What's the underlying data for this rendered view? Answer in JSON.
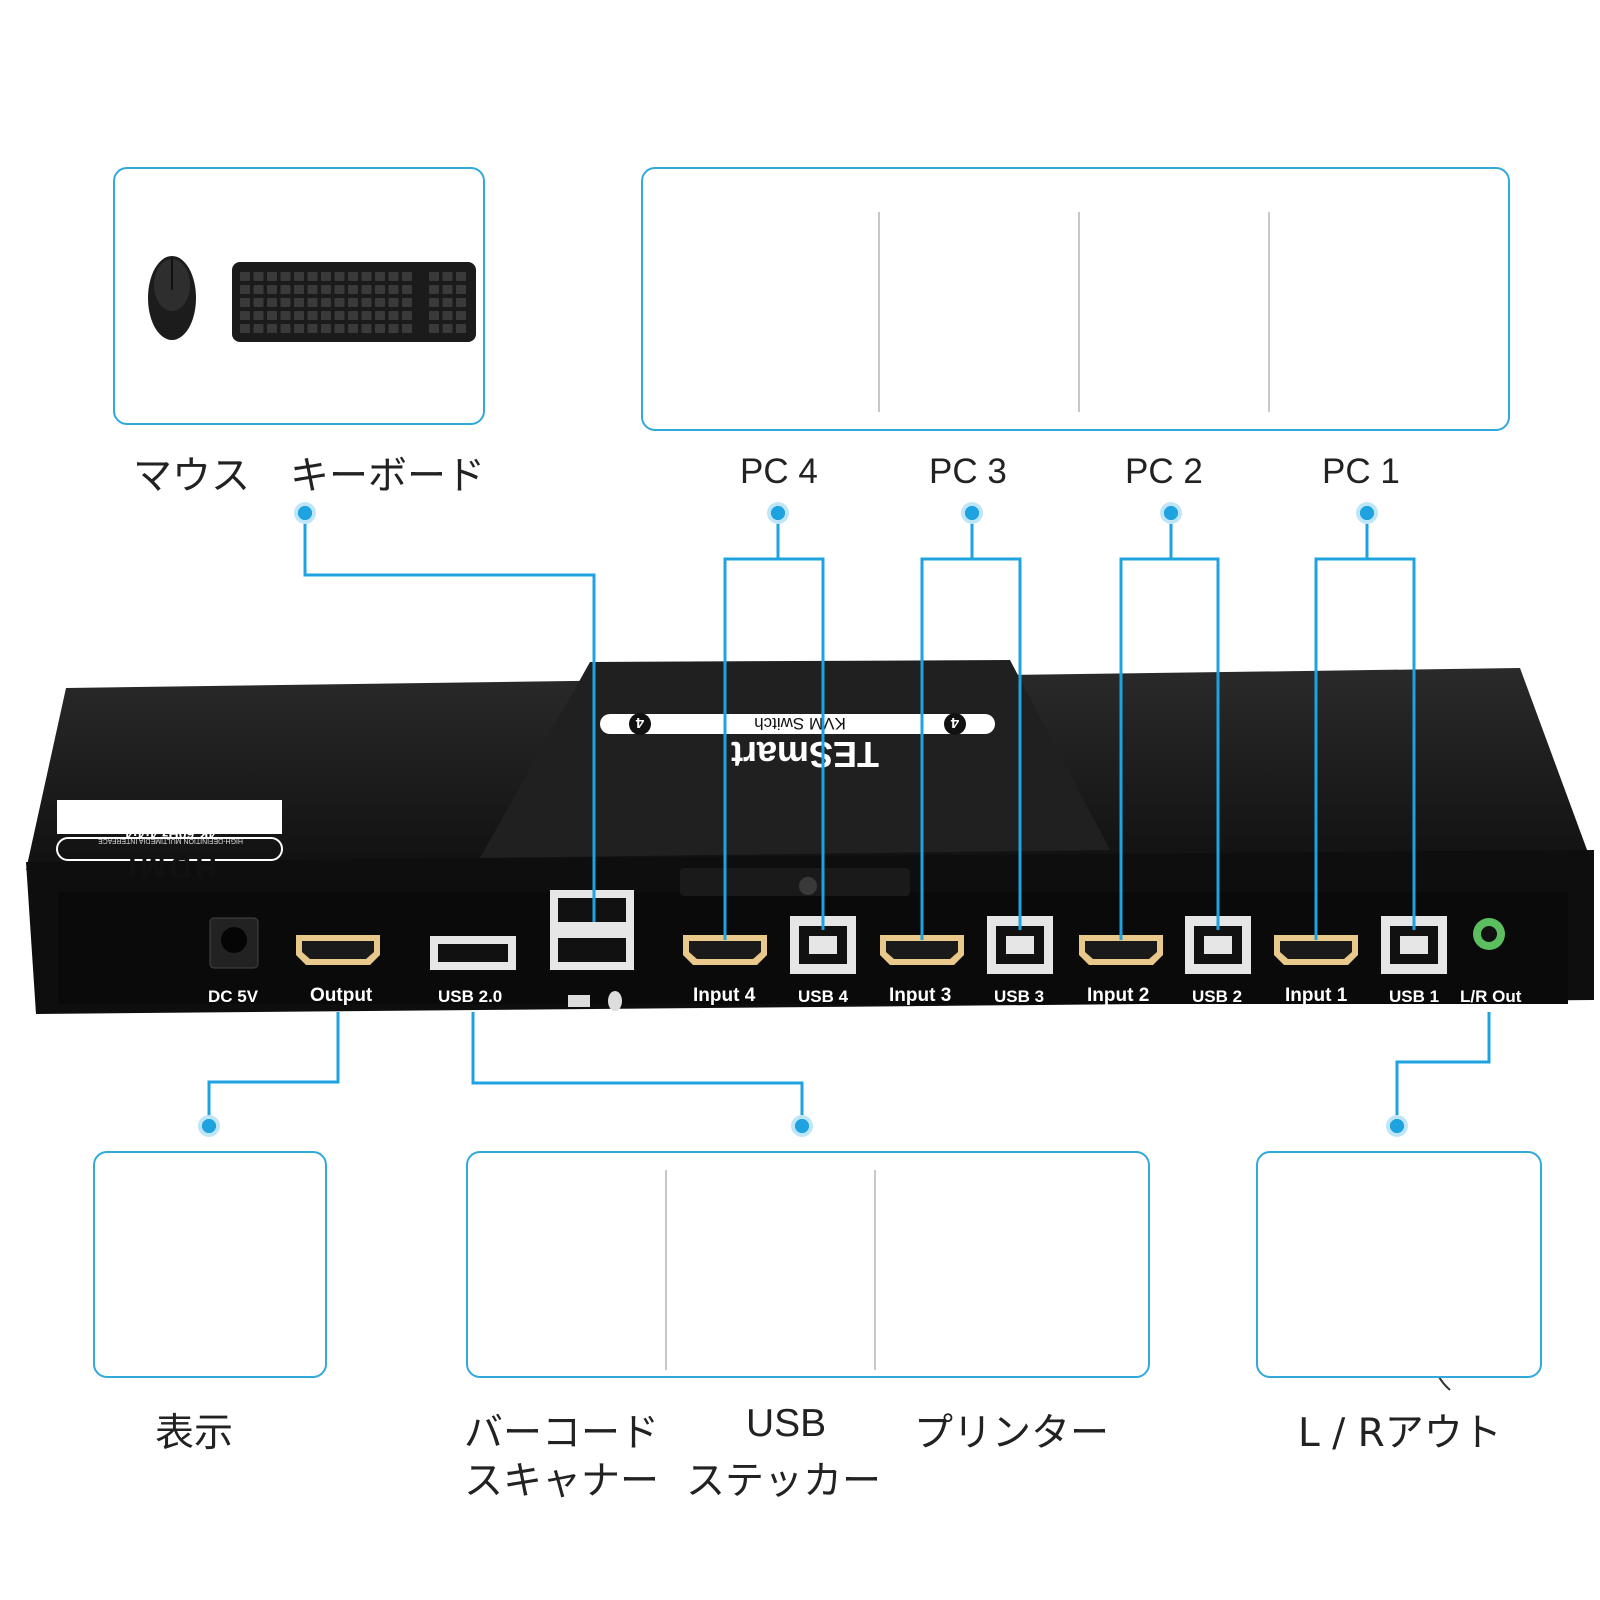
{
  "colors": {
    "accent": "#1fa3e0",
    "device": "#161616",
    "ports_bg": "#0e0e0e"
  },
  "top_left": {
    "captions": {
      "mouse": "マウス",
      "keyboard": "キーボード"
    }
  },
  "top_right": {
    "pcs": [
      "PC 4",
      "PC 3",
      "PC 2",
      "PC 1"
    ]
  },
  "device": {
    "brand": "TESmart",
    "model": "KVM Switch",
    "badge_left": "4",
    "badge_right": "4",
    "hdmi_logo": "HDMI",
    "hdmi_sub": "HIGH-DEFINITION MULTIMEDIA INTERFACE",
    "hdmi_spec": "4K 60Hz 4:4:4",
    "ports": {
      "dc": "DC 5V",
      "output": "Output",
      "usb20": "USB 2.0",
      "input4": "Input 4",
      "usb4": "USB 4",
      "input3": "Input 3",
      "usb3": "USB 3",
      "input2": "Input 2",
      "usb2": "USB 2",
      "input1": "Input 1",
      "usb1": "USB 1",
      "lr": "L/R Out"
    }
  },
  "bottom": {
    "display": "表示",
    "barcode_line1": "バーコード",
    "barcode_line2": "スキャナー",
    "usb_line1": "USB",
    "usb_line2": "ステッカー",
    "printer": "プリンター",
    "audio": "L / Rアウト"
  },
  "icons": [
    "mouse-icon",
    "keyboard-icon",
    "pc-tower-icon",
    "monitor-icon",
    "barcode-scanner-icon",
    "usb-stick-icon",
    "printer-icon",
    "headphones-icon"
  ]
}
